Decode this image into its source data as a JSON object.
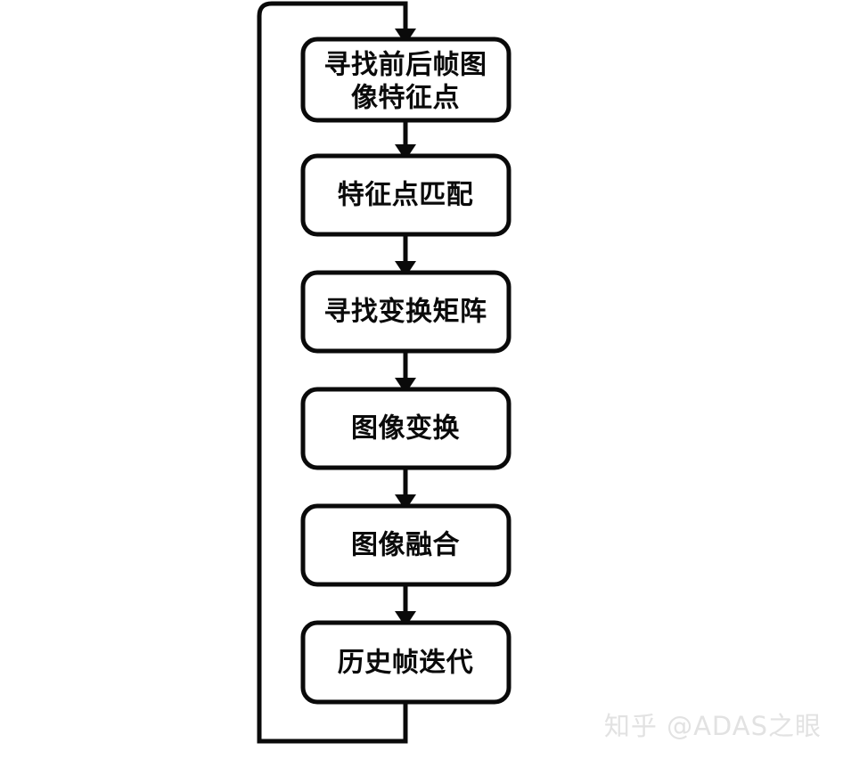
{
  "diagram": {
    "title": "image stitching pipeline flowchart",
    "background_color": "#ffffff",
    "stroke_color": "#0a0a0a",
    "box_fill_color": "#ffffff",
    "nodes": [
      {
        "id": "node-1",
        "label": "寻找前后帧图像特征点",
        "lines": [
          "寻找前后帧图",
          "像特征点"
        ]
      },
      {
        "id": "node-2",
        "label": "特征点匹配",
        "lines": [
          "特征点匹配"
        ]
      },
      {
        "id": "node-3",
        "label": "寻找变换矩阵",
        "lines": [
          "寻找变换矩阵"
        ]
      },
      {
        "id": "node-4",
        "label": "图像变换",
        "lines": [
          "图像变换"
        ]
      },
      {
        "id": "node-5",
        "label": "图像融合",
        "lines": [
          "图像融合"
        ]
      },
      {
        "id": "node-6",
        "label": "历史帧迭代",
        "lines": [
          "历史帧迭代"
        ]
      }
    ],
    "edges": [
      {
        "from": "loop",
        "to": "node-1",
        "has_arrowhead": true
      },
      {
        "from": "node-1",
        "to": "node-2",
        "has_arrowhead": true
      },
      {
        "from": "node-2",
        "to": "node-3",
        "has_arrowhead": true
      },
      {
        "from": "node-3",
        "to": "node-4",
        "has_arrowhead": true
      },
      {
        "from": "node-4",
        "to": "node-5",
        "has_arrowhead": true
      },
      {
        "from": "node-5",
        "to": "node-6",
        "has_arrowhead": true
      },
      {
        "from": "node-6",
        "to": "loop",
        "has_arrowhead": false
      }
    ]
  },
  "watermark": {
    "text": "知乎 @ADAS之眼",
    "color": "#e2e2e2"
  }
}
